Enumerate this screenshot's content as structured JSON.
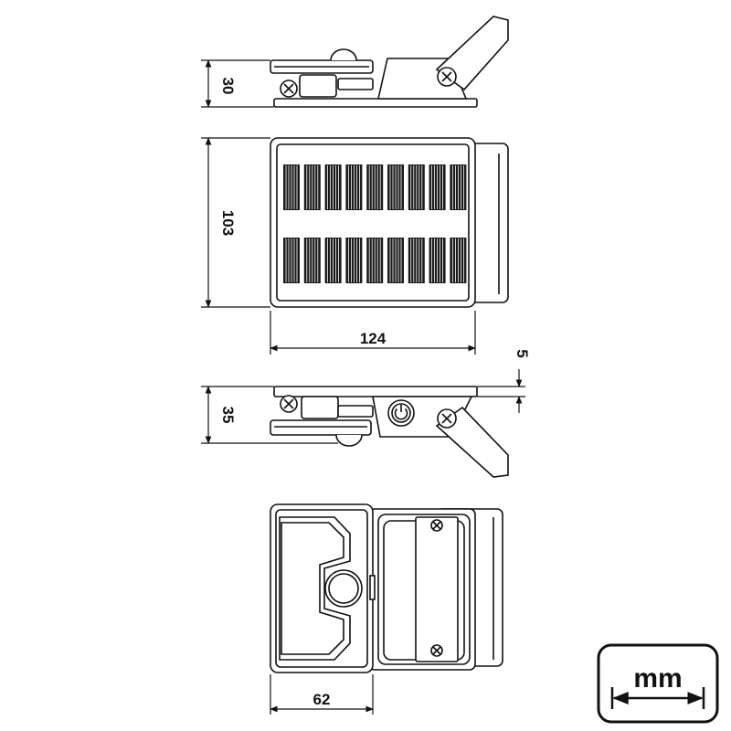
{
  "dimensions": {
    "side_height": "30",
    "front_height": "103",
    "front_width": "124",
    "back_offset": "5",
    "back_height": "35",
    "bottom_width": "62"
  },
  "unit_badge": {
    "label": "mm"
  },
  "colors": {
    "line": "#111111",
    "panel_cell": "#1a1a1a",
    "background": "#ffffff"
  },
  "icons": [
    "screw-icon",
    "power-icon",
    "solar-panel",
    "lamp-lens",
    "mm-arrow-icon"
  ]
}
